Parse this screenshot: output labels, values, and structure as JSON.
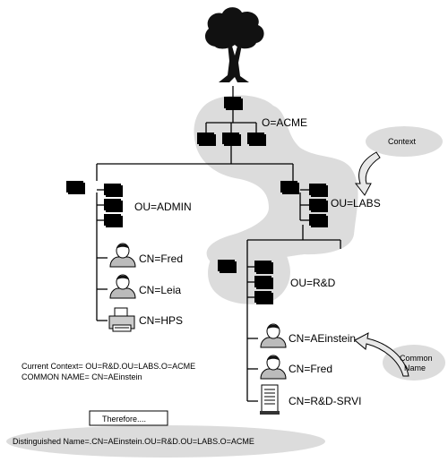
{
  "tree": {
    "org_label": "O=ACME",
    "admin_label": "OU=ADMIN",
    "labs_label": "OU=LABS",
    "rd_label": "OU=R&D"
  },
  "admin_objects": [
    {
      "label": "CN=Fred",
      "icon": "user-icon"
    },
    {
      "label": "CN=Leia",
      "icon": "user-icon"
    },
    {
      "label": "CN=HPS",
      "icon": "printer-icon"
    }
  ],
  "rd_objects": [
    {
      "label": "CN=AEinstein",
      "icon": "user-icon"
    },
    {
      "label": "CN=Fred",
      "icon": "user-icon"
    },
    {
      "label": "CN=R&D-SRVI",
      "icon": "server-icon"
    }
  ],
  "callouts": {
    "context": "Context",
    "common_name": [
      "Common",
      "Name"
    ]
  },
  "notes": {
    "current_context": "Current Context= OU=R&D.OU=LABS.O=ACME",
    "common_name": "COMMON NAME= CN=AEinstein",
    "therefore": "Therefore....",
    "distinguished_name": "Distinguished Name=.CN=AEinstein.OU=R&D.OU=LABS.O=ACME"
  }
}
